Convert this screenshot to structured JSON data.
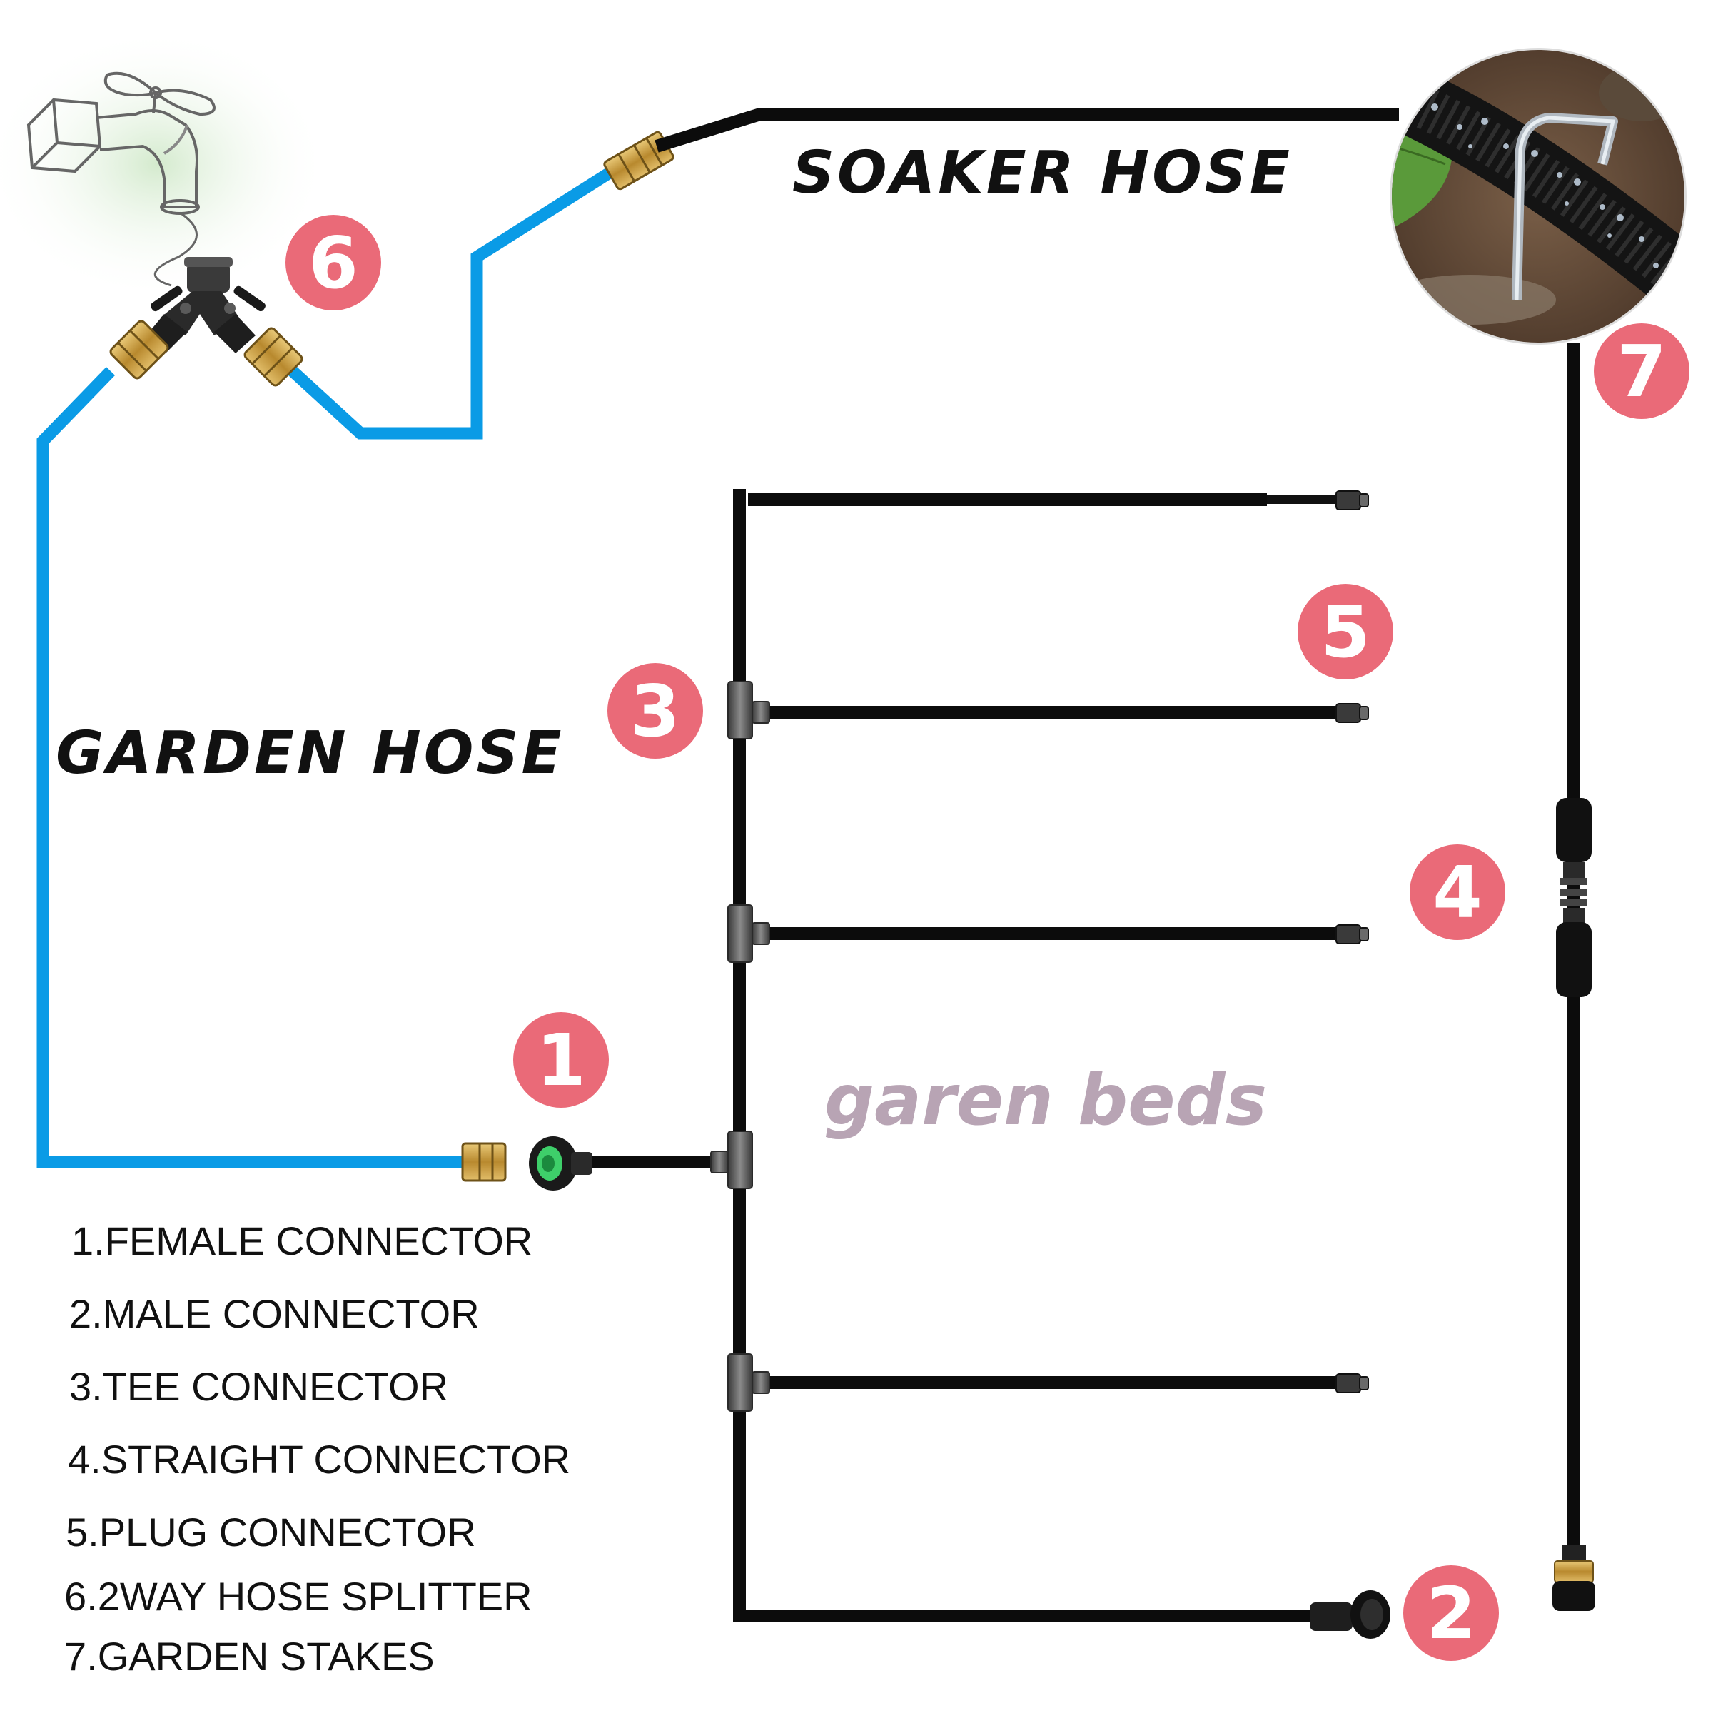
{
  "labels": {
    "soaker_hose": "SOAKER HOSE",
    "garden_hose": "GARDEN HOSE",
    "garden_beds": "garen beds"
  },
  "badges": [
    "1",
    "2",
    "3",
    "4",
    "5",
    "6",
    "7"
  ],
  "legend": [
    "1.FEMALE CONNECTOR",
    "2.MALE CONNECTOR",
    "3.TEE CONNECTOR",
    "4.STRAIGHT CONNECTOR",
    "5.PLUG CONNECTOR",
    "6.2WAY HOSE SPLITTER",
    "7.GARDEN STAKES"
  ],
  "colors": {
    "garden_hose": "#0a9be6",
    "soaker_hose": "#0c0c0c",
    "badge": "#ea6a78",
    "brass": "#c9a24a",
    "beds_label": "#b8a4b4"
  },
  "icons": {
    "faucet": "faucet-icon",
    "splitter": "y-splitter-icon",
    "stake_photo": "garden-stake-photo-icon"
  }
}
